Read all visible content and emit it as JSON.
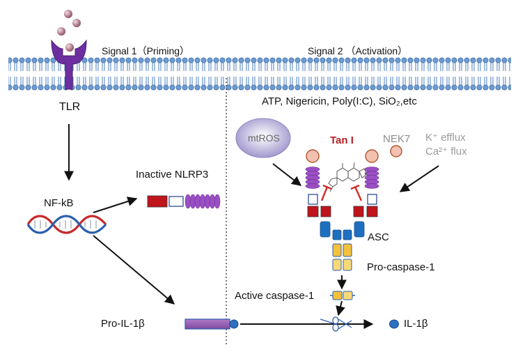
{
  "signal1": "Signal 1（Priming）",
  "signal2": "Signal 2 （Activation）",
  "tlr": "TLR",
  "nfkb": "NF-kB",
  "inactive_nlrp3": "Inactive NLRP3",
  "pro_il1b": "Pro-IL-1β",
  "stimuli": "ATP, Nigericin, Poly(I:C), SiO₂,etc",
  "mtros": "mtROS",
  "tan": "Tan I",
  "nek7": "NEK7",
  "k_efflux": "K⁺ efflux",
  "ca_flux": "Ca²⁺ flux",
  "asc": "ASC",
  "pro_caspase": "Pro-caspase-1",
  "active_caspase": "Active caspase-1",
  "il1b": "IL-1β",
  "colors": {
    "membrane": "#5b8fc7",
    "nlrp3_purple": "#9b4fc4",
    "pyd_red": "#c0141c",
    "asc_blue": "#1f6fc0",
    "caspase_yellow": "#f5c13a",
    "inhibit_red": "#d42a2a",
    "ligand": "#a26a7a"
  }
}
